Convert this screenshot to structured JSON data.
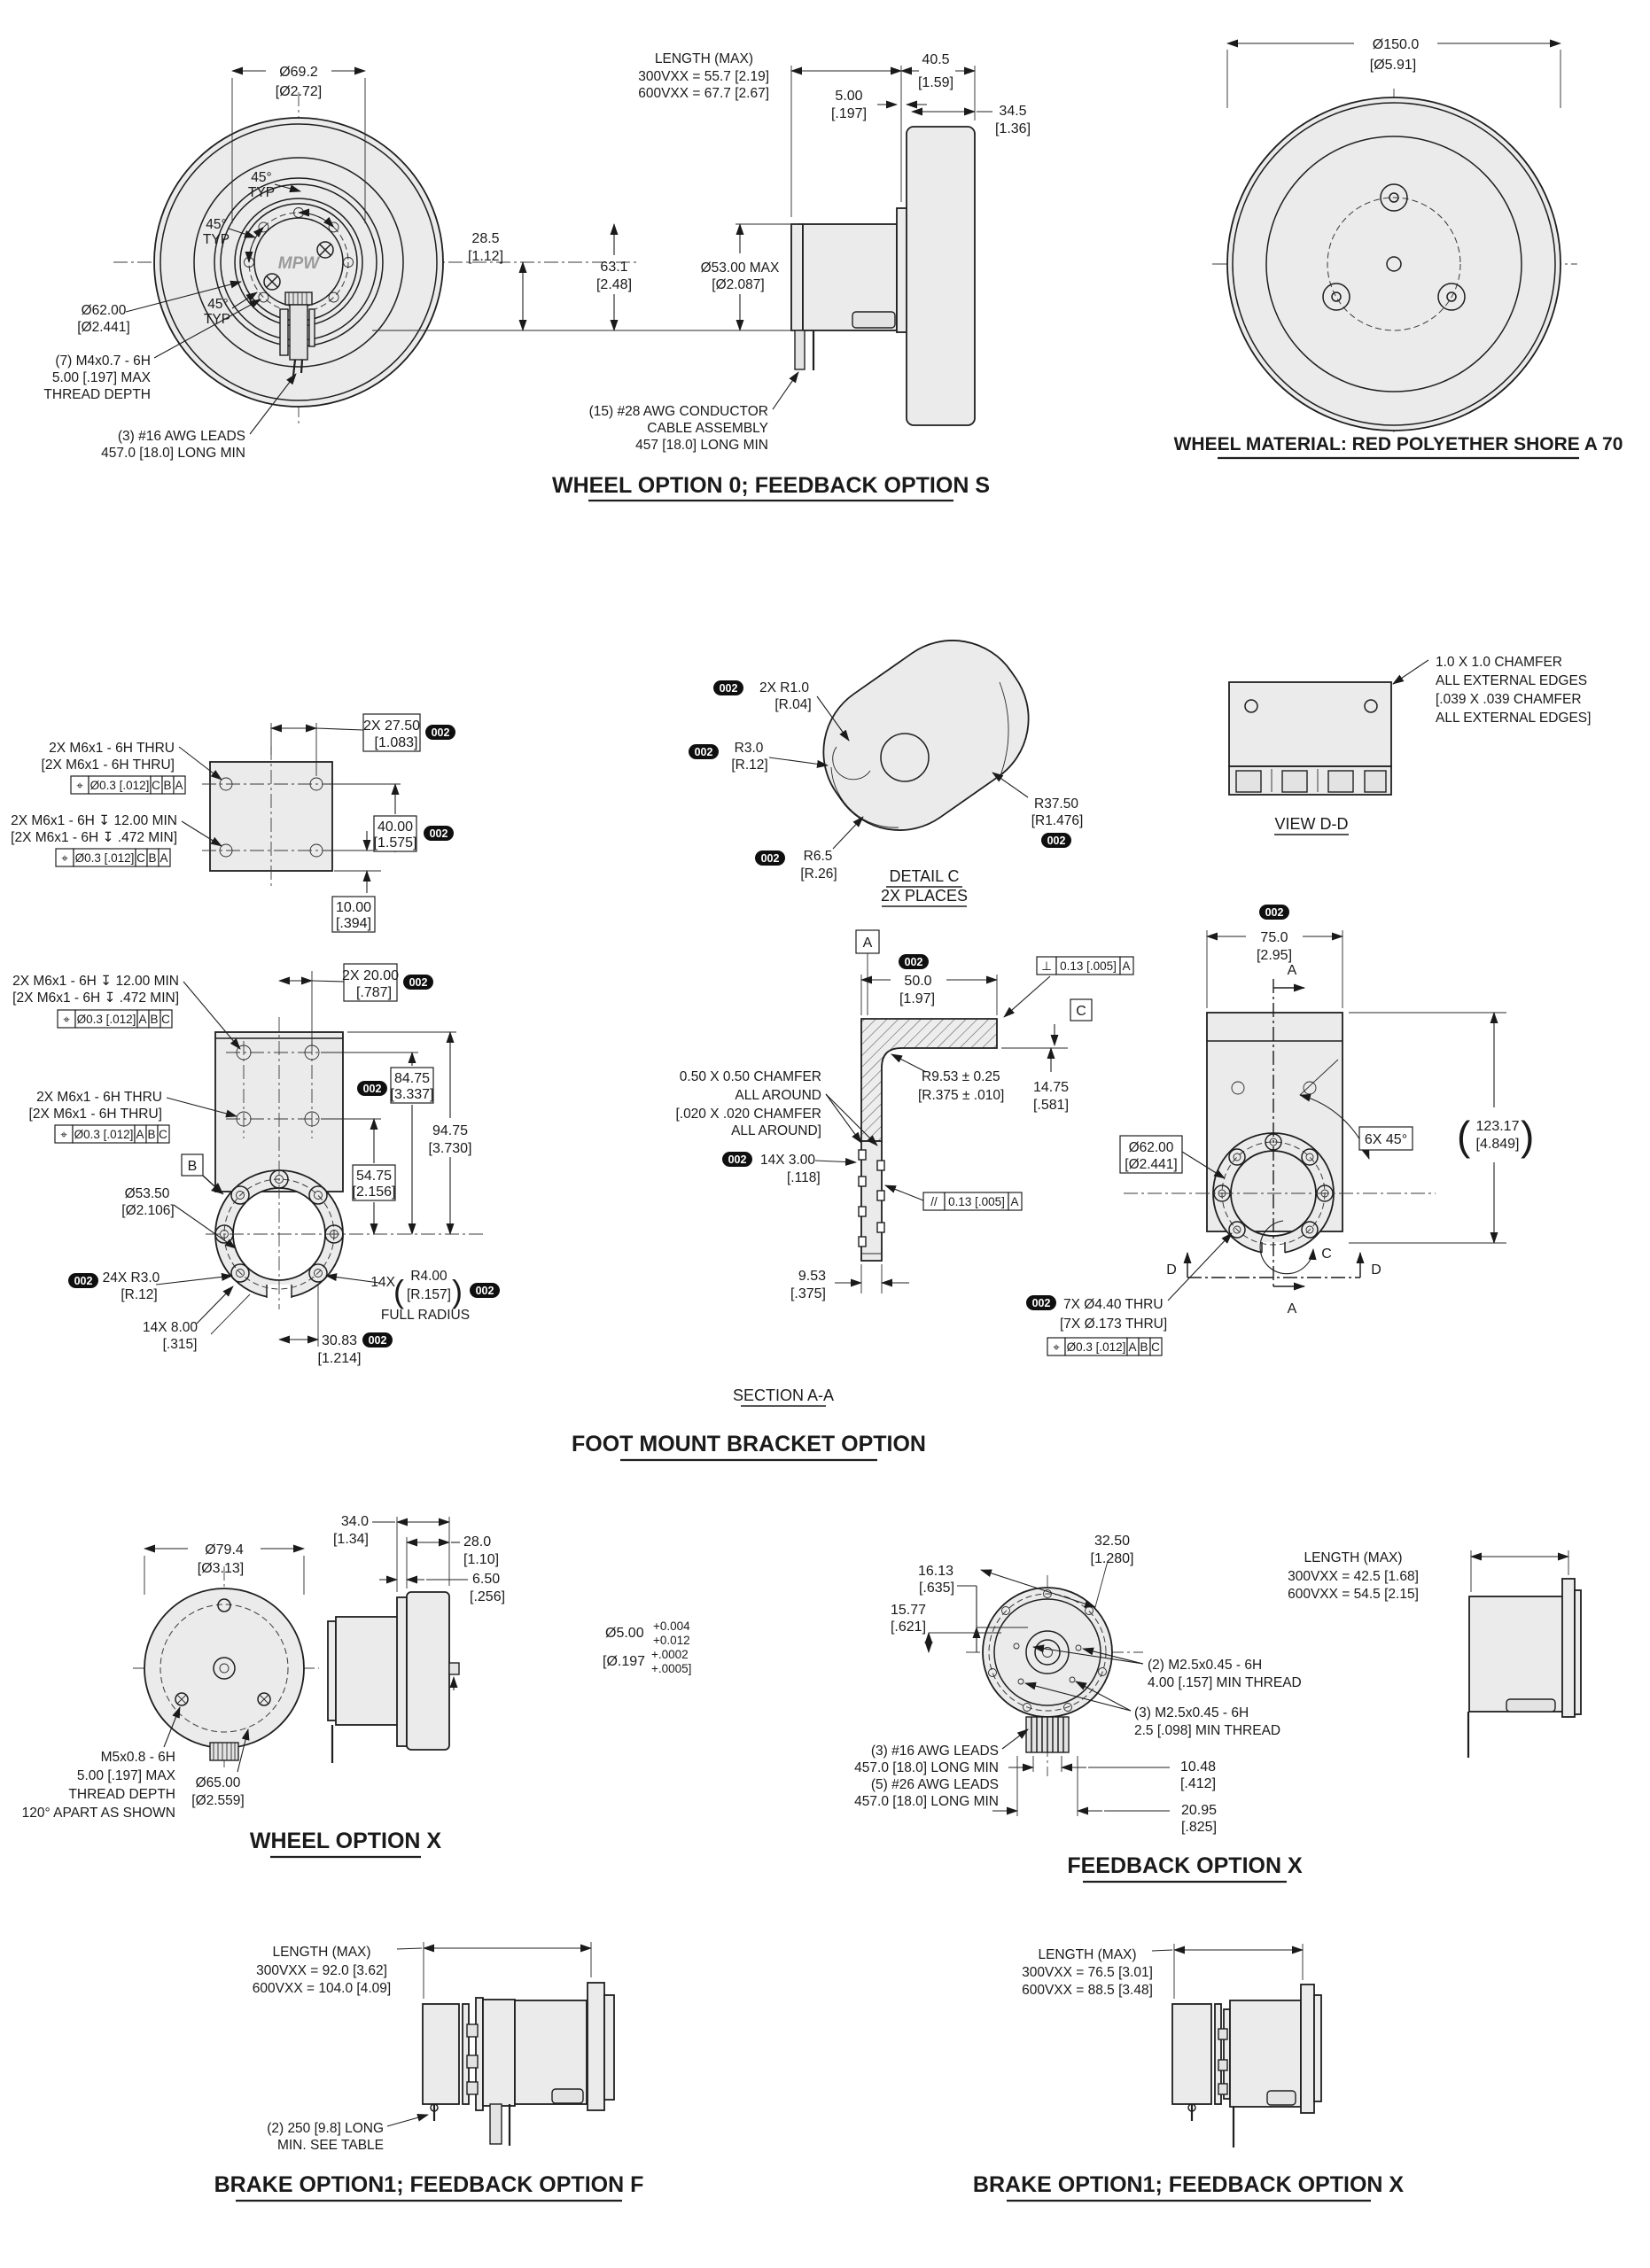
{
  "meta": {
    "flag": "002",
    "datum_a": "A",
    "datum_b": "B",
    "datum_c": "C",
    "datum_d": "D",
    "pos_sym": "⌖",
    "perp_sym": "⊥",
    "par_sym": "//",
    "paren_open": "(",
    "paren_close": ")"
  },
  "captions": {
    "row1": "WHEEL OPTION 0; FEEDBACK OPTION S",
    "wheel_material": "WHEEL MATERIAL: RED POLYETHER SHORE A 70",
    "detail_c1": "DETAIL  C",
    "detail_c2": "2X PLACES",
    "view_dd": "VIEW D-D",
    "section_aa": "SECTION A-A",
    "foot": "FOOT MOUNT BRACKET OPTION",
    "wheel_x": "WHEEL OPTION X",
    "feedback_x": "FEEDBACK OPTION X",
    "brake_f": "BRAKE OPTION1; FEEDBACK OPTION F",
    "brake_x": "BRAKE OPTION1; FEEDBACK OPTION X"
  },
  "wheel0_front": {
    "logo": "MPW",
    "dia_bolt": "Ø69.2",
    "dia_bolt_in": "[Ø2.72]",
    "a45": "45°",
    "typ": "TYP",
    "dia_hub": "Ø62.00",
    "dia_hub_in": "[Ø2.441]",
    "tap1": "(7) M4x0.7 - 6H",
    "tap2": "5.00 [.197] MAX",
    "tap3": "THREAD DEPTH",
    "leads1": "(3) #16 AWG LEADS",
    "leads2": "457.0 [18.0] LONG MIN",
    "d285": "28.5",
    "d285_in": "[1.12]"
  },
  "wheel0_side": {
    "len1": "LENGTH (MAX)",
    "len2": "300VXX = 55.7 [2.19]",
    "len3": "600VXX = 67.7 [2.67]",
    "d5": "5.00",
    "d5_in": "[.197]",
    "d405": "40.5",
    "d405_in": "[1.59]",
    "d345": "34.5",
    "d345_in": "[1.36]",
    "d631": "63.1",
    "d631_in": "[2.48]",
    "dia53": "Ø53.00 MAX",
    "dia53_in": "[Ø2.087]",
    "cable1": "(15) #28 AWG CONDUCTOR",
    "cable2": "CABLE ASSEMBLY",
    "cable3": "457 [18.0] LONG MIN"
  },
  "wheel150": {
    "dia": "Ø150.0",
    "dia_in": "[Ø5.91]"
  },
  "mount_block": {
    "thru1": "2X M6x1 - 6H THRU",
    "thru2": "[2X M6x1 - 6H THRU]",
    "deep1": "2X M6x1 - 6H ↧ 12.00 MIN",
    "deep2": "[2X M6x1 - 6H ↧ .472 MIN]",
    "fcf": "Ø0.3 [.012]",
    "d275": "2X 27.50",
    "d275_in": "[1.083]",
    "d40": "40.00",
    "d40_in": "[1.575]",
    "d10": "10.00",
    "d10_in": "[.394]"
  },
  "detail_c": {
    "r1": "2X R1.0",
    "r1_in": "[R.04]",
    "r3": "R3.0",
    "r3_in": "[R.12]",
    "r65": "R6.5",
    "r65_in": "[R.26]",
    "r375": "R37.50",
    "r375_in": "[R1.476]"
  },
  "view_dd": {
    "n1": "1.0 X 1.0 CHAMFER",
    "n2": "ALL EXTERNAL EDGES",
    "n3": "[.039 X .039 CHAMFER",
    "n4": "ALL EXTERNAL EDGES]"
  },
  "foot_front": {
    "deep1": "2X M6x1 - 6H ↧ 12.00 MIN",
    "deep2": "[2X M6x1 - 6H ↧ .472 MIN]",
    "thru1": "2X M6x1 - 6H THRU",
    "thru2": "[2X M6x1 - 6H THRU]",
    "fcf": "Ø0.3 [.012]",
    "d20": "2X 20.00",
    "d20_in": "[.787]",
    "d8475": "84.75",
    "d8475_in": "[3.337]",
    "d5475": "54.75",
    "d5475_in": "[2.156]",
    "d9475": "94.75",
    "d9475_in": "[3.730]",
    "dia535": "Ø53.50",
    "dia535_in": "[Ø2.106]",
    "r24": "24X R3.0",
    "r24_in": "[R.12]",
    "r14x": "14X",
    "r4": "R4.00",
    "r4_in": "[R.157]",
    "full_radius": "FULL RADIUS",
    "d8": "14X 8.00",
    "d8_in": "[.315]",
    "d3083": "30.83",
    "d3083_in": "[1.214]"
  },
  "section_aa": {
    "d50": "50.0",
    "d50_in": "[1.97]",
    "perp": "0.13 [.005]",
    "cham1": "0.50 X 0.50 CHAMFER",
    "cham2": "ALL AROUND",
    "cham3": "[.020 X .020 CHAMFER",
    "cham4": "ALL AROUND]",
    "r953": "R9.53 ± 0.25",
    "r953_in": "[R.375 ± .010]",
    "d1475": "14.75",
    "d1475_in": "[.581]",
    "d14x3": "14X 3.00",
    "d14x3_in": "[.118]",
    "par": "0.13 [.005]",
    "d953": "9.53",
    "d953_in": "[.375]"
  },
  "foot_back": {
    "d75": "75.0",
    "d75_in": "[2.95]",
    "dia62": "Ø62.00",
    "dia62_in": "[Ø2.441]",
    "a6x45": "6X 45°",
    "d12317": "123.17",
    "d12317_in": "[4.849]",
    "thru7x": "7X Ø4.40 THRU",
    "thru7x_in": "[7X Ø.173 THRU]",
    "fcf": "Ø0.3 [.012]"
  },
  "wheelx_front": {
    "dia794": "Ø79.4",
    "dia794_in": "[Ø3.13]",
    "tap1": "M5x0.8 - 6H",
    "tap2": "5.00 [.197] MAX",
    "tap3": "THREAD DEPTH",
    "tap4": "120° APART AS SHOWN",
    "dia65": "Ø65.00",
    "dia65_in": "[Ø2.559]"
  },
  "wheelx_side": {
    "d34": "34.0",
    "d34_in": "[1.34]",
    "d28": "28.0",
    "d28_in": "[1.10]",
    "d65": "6.50",
    "d65_in": "[.256]",
    "shaft": "Ø5.00",
    "tol1": "+0.004",
    "tol2": "+0.012",
    "shaft_in": "[Ø.197",
    "tol3": "+.0002",
    "tol4": "+.0005]"
  },
  "feedbackx": {
    "d3250": "32.50",
    "d3250_in": "[1.280]",
    "d1613": "16.13",
    "d1613_in": "[.635]",
    "d1577": "15.77",
    "d1577_in": "[.621]",
    "m2a1": "(2) M2.5x0.45 - 6H",
    "m2a2": "4.00 [.157] MIN THREAD",
    "m2b1": "(3) M2.5x0.45 - 6H",
    "m2b2": "2.5 [.098] MIN THREAD",
    "leads1": "(3) #16 AWG LEADS",
    "leads2": "457.0 [18.0] LONG MIN",
    "leads3": "(5) #26 AWG LEADS",
    "leads4": "457.0 [18.0] LONG MIN",
    "d1048": "10.48",
    "d1048_in": "[.412]",
    "d2095": "20.95",
    "d2095_in": "[.825]",
    "len1": "LENGTH (MAX)",
    "len2": "300VXX = 42.5 [1.68]",
    "len3": "600VXX = 54.5 [2.15]"
  },
  "brake_f": {
    "len1": "LENGTH (MAX)",
    "len2": "300VXX = 92.0 [3.62]",
    "len3": "600VXX = 104.0 [4.09]",
    "note1": "(2) 250 [9.8] LONG",
    "note2": "MIN. SEE TABLE"
  },
  "brake_x": {
    "len1": "LENGTH (MAX)",
    "len2": "300VXX = 76.5 [3.01]",
    "len3": "600VXX = 88.5 [3.48]"
  }
}
